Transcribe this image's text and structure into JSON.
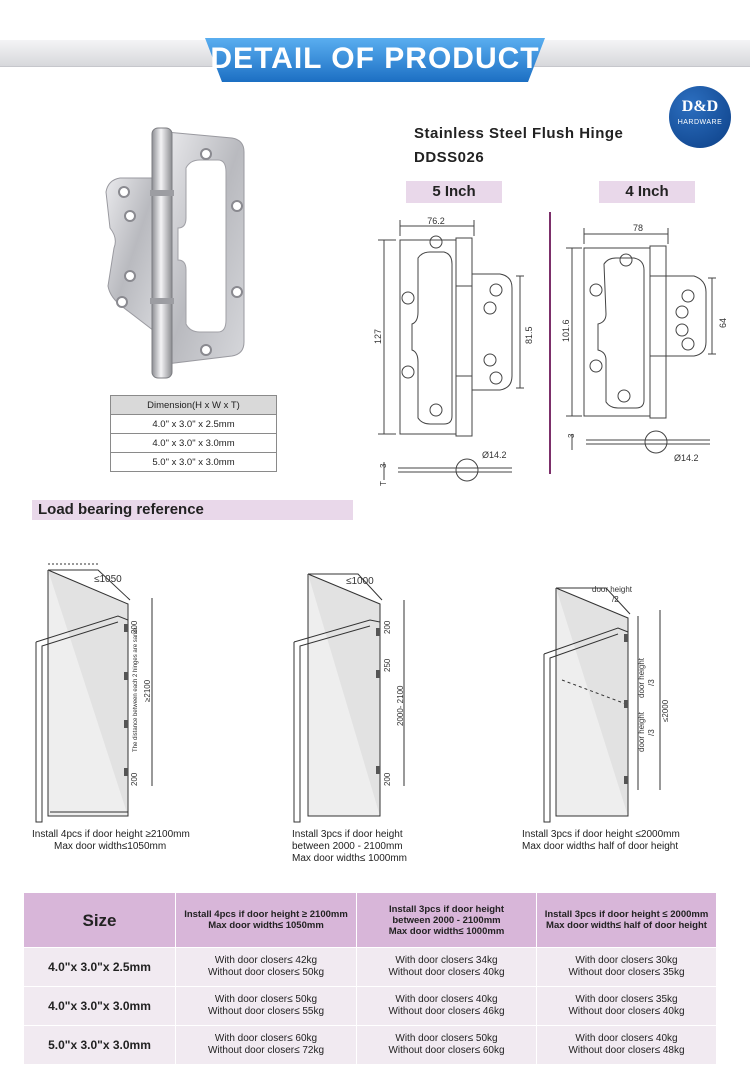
{
  "banner": {
    "title": "DETAIL OF PRODUCT"
  },
  "logo": {
    "text": "D&D",
    "sub": "HARDWARE"
  },
  "product": {
    "name": "Stainless Steel Flush Hinge",
    "code": "DDSS026"
  },
  "size_tabs": [
    {
      "label": "5 Inch"
    },
    {
      "label": "4 Inch"
    }
  ],
  "drawing5": {
    "width": "76.2",
    "height": "127",
    "leaf": "81.5",
    "thickness": "3",
    "thickness_label": "T",
    "dia": "Ø14.2"
  },
  "drawing4": {
    "width": "78",
    "height": "101.6",
    "leaf": "64",
    "thickness": "3",
    "dia": "Ø14.2"
  },
  "dimension_table": {
    "header": "Dimension(H x W x T)",
    "rows": [
      "4.0\" x 3.0\" x 2.5mm",
      "4.0\" x 3.0\" x 3.0mm",
      "5.0\" x 3.0\" x 3.0mm"
    ]
  },
  "load_title": "Load bearing reference",
  "diagrams": [
    {
      "top_dim": "≤1050",
      "seg_top": "200",
      "seg_mid": "≥2100",
      "seg_bot": "200",
      "note": "The distance between each 2 hinges are same",
      "caption1": "Install 4pcs if door height ≥2100mm",
      "caption2": "Max door width≤1050mm",
      "caption3": ""
    },
    {
      "top_dim": "≤1000",
      "seg_top": "200",
      "seg_mid1": "250",
      "seg_mid": "2000- 2100",
      "seg_bot": "200",
      "caption1": "Install 3pcs if door height",
      "caption2": "between 2000 - 2100mm",
      "caption3": "Max door width≤ 1000mm"
    },
    {
      "top_dim1": "door height",
      "top_dim2": "/2",
      "seg1a": "door height",
      "seg1b": "/3",
      "seg2a": "door height",
      "seg2b": "/3",
      "seg_mid": "≤2000",
      "caption1": "Install 3pcs if door height ≤2000mm",
      "caption2": "Max door width≤ half of door height",
      "caption3": ""
    }
  ],
  "load_table": {
    "headers": [
      {
        "line1": "Size",
        "line2": "",
        "line3": ""
      },
      {
        "line1": "Install 4pcs if door height ≥ 2100mm",
        "line2": "Max door width≤ 1050mm",
        "line3": ""
      },
      {
        "line1": "Install 3pcs if door height",
        "line2": "between 2000 - 2100mm",
        "line3": "Max door width≤ 1000mm"
      },
      {
        "line1": "Install 3pcs if door height ≤ 2000mm",
        "line2": "Max door width≤ half of door height",
        "line3": ""
      }
    ],
    "rows": [
      {
        "size": "4.0\"x 3.0\"x 2.5mm",
        "c1a": "With door closer≤ 42kg",
        "c1b": "Without door closer≤ 50kg",
        "c2a": "With door closer≤ 34kg",
        "c2b": "Without door closer≤ 40kg",
        "c3a": "With door closer≤ 30kg",
        "c3b": "Without door closer≤ 35kg"
      },
      {
        "size": "4.0\"x 3.0\"x 3.0mm",
        "c1a": "With door closer≤ 50kg",
        "c1b": "Without door closer≤ 55kg",
        "c2a": "With door closer≤ 40kg",
        "c2b": "Without door closer≤ 46kg",
        "c3a": "With door closer≤ 35kg",
        "c3b": "Without door closer≤ 40kg"
      },
      {
        "size": "5.0\"x 3.0\"x 3.0mm",
        "c1a": "With door closer≤ 60kg",
        "c1b": "Without door closer≤ 72kg",
        "c2a": "With door closer≤ 50kg",
        "c2b": "Without door closer≤ 60kg",
        "c3a": "With door closer≤ 40kg",
        "c3b": "Without door closer≤ 48kg"
      }
    ]
  }
}
